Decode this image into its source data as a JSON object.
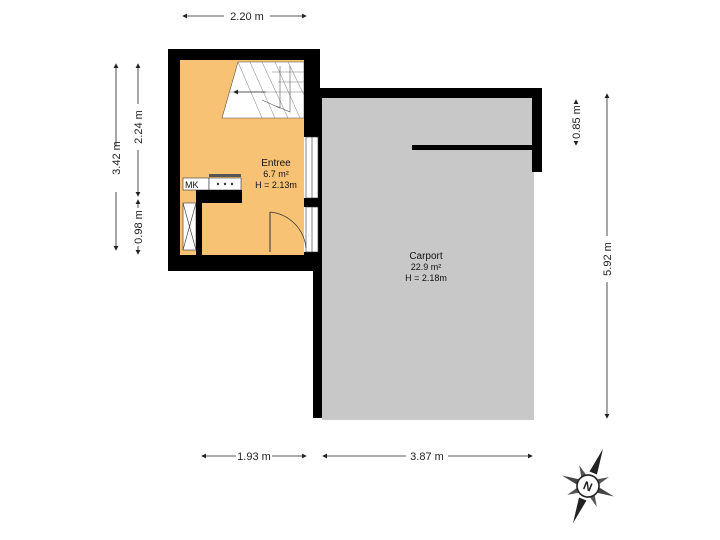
{
  "rooms": {
    "entree": {
      "name": "Entree",
      "area": "6.7 m²",
      "height": "H = 2.13m"
    },
    "carport": {
      "name": "Carport",
      "area": "22.9 m²",
      "height": "H = 2.18m"
    },
    "meterkast": {
      "label": "MK"
    }
  },
  "dimensions": {
    "top_width": "2.20 m",
    "left_total": "3.42 m",
    "left_upper": "2.24 m",
    "left_lower": "0.98 m",
    "right_upper": "0.85 m",
    "right_total": "5.92 m",
    "bottom_left": "1.93 m",
    "bottom_right": "3.87 m"
  },
  "compass": {
    "label": "N"
  },
  "colors": {
    "entree_fill": "#f7c274",
    "carport_fill": "#c8c8c8",
    "wall": "#000000"
  }
}
